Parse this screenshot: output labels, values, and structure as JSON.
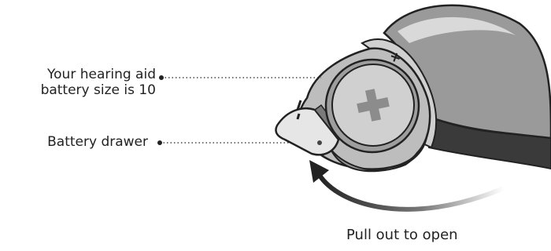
{
  "labels": {
    "battery_size_line1": "Your hearing aid",
    "battery_size_line2": "battery size is 10",
    "battery_drawer": "Battery drawer",
    "pull_instruction": "Pull out to open"
  },
  "symbols": {
    "plus_small": "+"
  },
  "colors": {
    "body_dark": "#3a3a3a",
    "body_grey": "#9a9a9a",
    "body_light": "#d9d9d9",
    "battery": "#c9c9c9",
    "battery_plus": "#8c8c8c",
    "leader_line": "#222222"
  }
}
